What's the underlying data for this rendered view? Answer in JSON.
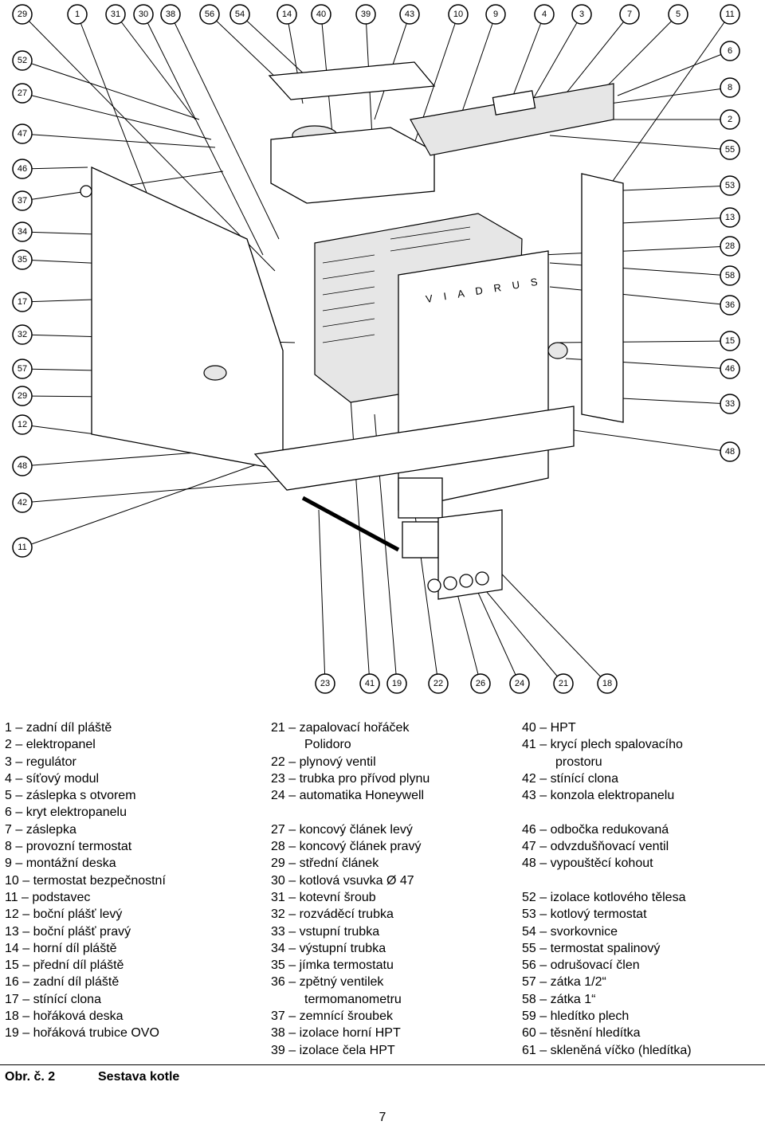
{
  "figure": {
    "brand_text": "VIADRUS",
    "callouts_top": [
      "29",
      "1",
      "31",
      "30",
      "38",
      "56",
      "54",
      "14",
      "40",
      "39",
      "43",
      "10",
      "9",
      "4",
      "3",
      "7",
      "5",
      "11"
    ],
    "callouts_right": [
      "6",
      "8",
      "2",
      "55",
      "53",
      "13",
      "28",
      "58",
      "36",
      "15",
      "46",
      "33",
      "48"
    ],
    "callouts_left": [
      "52",
      "27",
      "47",
      "46",
      "37",
      "34",
      "35",
      "17",
      "32",
      "57",
      "29",
      "12",
      "48",
      "42",
      "11"
    ],
    "callouts_bottom": [
      "23",
      "41",
      "19",
      "22",
      "26",
      "24",
      "21",
      "18"
    ]
  },
  "legend": {
    "col1": [
      "1 – zadní díl pláště",
      "2 – elektropanel",
      "3 – regulátor",
      "4 – síťový modul",
      "5 – záslepka s otvorem",
      "6 – kryt elektropanelu",
      "7 – záslepka",
      "8 – provozní termostat",
      "9 – montážní deska",
      "10 – termostat bezpečnostní",
      "11 – podstavec",
      "12 – boční plášť levý",
      "13 – boční plášť pravý",
      "14 – horní díl pláště",
      "15 – přední díl pláště",
      "16 – zadní díl pláště",
      "17 – stínící clona",
      "18 – hořáková deska",
      "19 – hořáková trubice OVO"
    ],
    "col2_a": [
      "21 – zapalovací hořáček",
      "Polidoro",
      "22 – plynový ventil",
      "23 – trubka pro přívod plynu",
      "24 – automatika Honeywell"
    ],
    "col2_b": [
      "27 – koncový článek levý",
      "28 – koncový článek pravý",
      "29 – střední článek",
      "30 – kotlová vsuvka Ø 47",
      "31 – kotevní šroub",
      "32 – rozváděcí trubka",
      "33 – vstupní trubka",
      "34 – výstupní trubka",
      "35 – jímka termostatu",
      "36 – zpětný ventilek",
      "termomanometru",
      "37 – zemnící šroubek",
      "38 – izolace horní HPT",
      "39 – izolace čela HPT"
    ],
    "col3_a": [
      "40 – HPT",
      "41 – krycí plech spalovacího",
      "prostoru",
      "42 – stínící clona",
      "43 – konzola elektropanelu"
    ],
    "col3_b": [
      "46 – odbočka redukovaná",
      "47 – odvzdušňovací ventil",
      "48 – vypouštěcí kohout"
    ],
    "col3_c": [
      "52 – izolace kotlového tělesa",
      "53 – kotlový termostat",
      "54 – svorkovnice",
      "55 – termostat spalinový",
      "56 – odrušovací člen",
      "57 – zátka 1/2“",
      "58 – zátka 1“",
      "59 – hledítko plech",
      "60 – těsnění hledítka",
      "61 – skleněná víčko (hledítka)"
    ]
  },
  "caption": {
    "label": "Obr. č. 2",
    "title": "Sestava kotle"
  },
  "page_number": "7"
}
